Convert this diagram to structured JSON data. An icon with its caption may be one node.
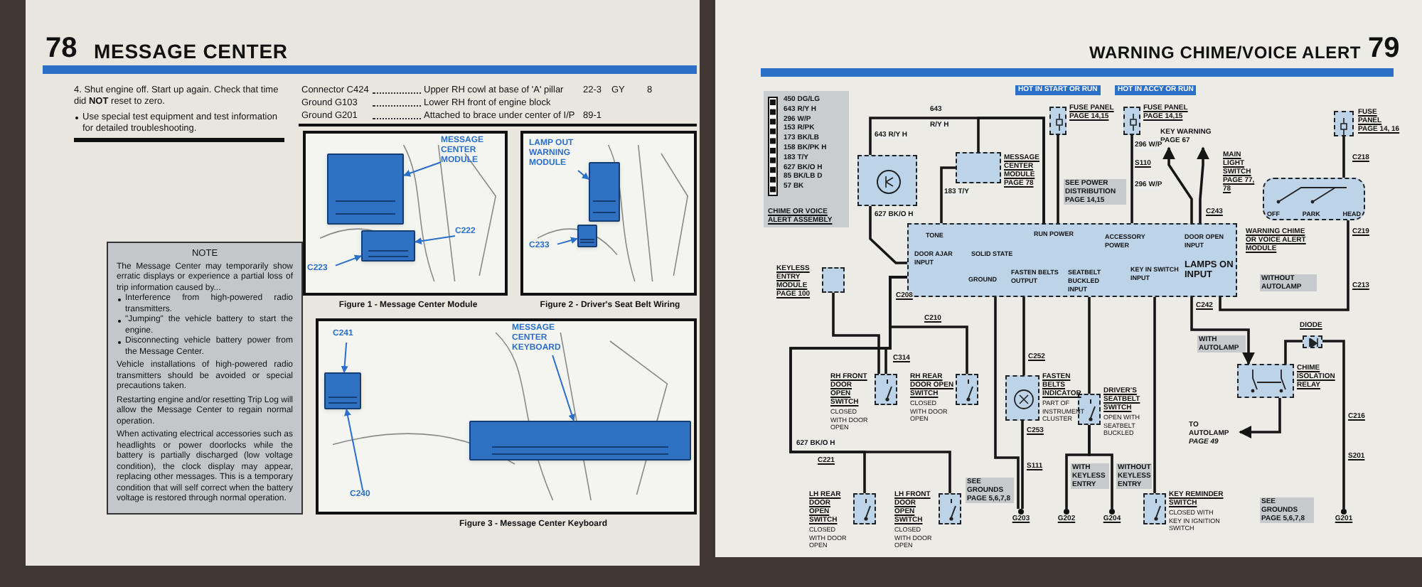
{
  "diagram": {
    "nodes": [
      {
        "text": [
          "NOTE",
          "The Message Center may temporarily show erratic displays or experience a partial loss of trip information caused by...",
          "Interference from high-powered radio transmitters.",
          "\"Jumping\" the vehicle battery to start the engine.",
          "Disconnecting vehicle battery power from the Message Center.",
          "Vehicle installations of high-powered radio transmitters should be avoided or special precautions taken.",
          "Restarting engine and/or resetting Trip Log will allow the Message Center to regain normal operation.",
          "When activating electrical accessories such as headlights or power doorlocks while the battery is partially discharged (low voltage condition), the clock display may appear, replacing other messages. This is a temporary condition that will self correct when the battery voltage is restored through normal operation."
        ]
      },
      {
        "text": [],
        "shape": "box",
        "beside": [
          "Figure 1 - Message Center Module"
        ]
      },
      {
        "text": [
          "MESSAGE CENTER MODULE"
        ],
        "in": 1
      },
      {
        "text": [
          "C222"
        ],
        "in": 1
      },
      {
        "text": [
          "C223"
        ],
        "in": 1
      },
      {
        "text": [],
        "shape": "picture",
        "in": 1
      },
      {
        "text": [],
        "shape": "picture",
        "in": 1
      },
      {
        "text": [],
        "shape": "box",
        "beside": [
          "Figure 2 - Driver's Seat Belt Wiring"
        ]
      },
      {
        "text": [
          "LAMP OUT WARNING MODULE"
        ],
        "in": 7
      },
      {
        "text": [
          "C233"
        ],
        "in": 7
      },
      {
        "text": [],
        "shape": "picture",
        "in": 7
      },
      {
        "text": [],
        "shape": "picture",
        "in": 7
      },
      {
        "text": [],
        "shape": "box",
        "beside": [
          "Figure 3 - Message Center Keyboard"
        ]
      },
      {
        "text": [
          "C241"
        ],
        "in": 12
      },
      {
        "text": [
          "C240"
        ],
        "in": 12
      },
      {
        "text": [
          "MESSAGE CENTER KEYBOARD"
        ],
        "in": 12
      },
      {
        "text": [],
        "shape": "picture",
        "in": 12
      },
      {
        "text": [],
        "shape": "picture",
        "in": 12
      },
      {
        "text": [
          "450 DG/LG",
          "643 R/Y H",
          "296 W/P",
          "153 R/PK",
          "173 BK/LB",
          "158 BK/PK H",
          "183 T/Y",
          "627 BK/O H",
          "85 BK/LB D",
          "57 BK",
          "CHIME OR VOICE ALERT ASSEMBLY"
        ]
      },
      {
        "text": [],
        "shape": "box"
      },
      {
        "text": [],
        "shape": "box",
        "beside": [
          "MESSAGE CENTER MODULE PAGE 78"
        ]
      },
      {
        "text": [],
        "shape": "box",
        "beside": [
          "FUSE PANEL PAGE 14,15"
        ]
      },
      {
        "text": [],
        "shape": "box",
        "beside": [
          "FUSE PANEL PAGE 14,15"
        ]
      },
      {
        "text": [],
        "shape": "box",
        "beside": [
          "FUSE PANEL PAGE 14, 16"
        ]
      },
      {
        "text": [
          "TONE",
          "RUN POWER",
          "ACCESSORY POWER",
          "DOOR OPEN INPUT",
          "DOOR AJAR INPUT",
          "SOLID STATE",
          "GROUND",
          "FASTEN BELTS OUTPUT",
          "SEATBELT BUCKLED INPUT",
          "KEY IN SWITCH INPUT",
          "LAMPS ON INPUT"
        ],
        "beside": [
          "WARNING CHIME OR VOICE ALERT MODULE"
        ]
      },
      {
        "text": [
          "OFF",
          "PARK",
          "HEAD"
        ],
        "beside": [
          "MAIN LIGHT SWITCH PAGE 77, 78"
        ]
      },
      {
        "text": [],
        "shape": "box",
        "beside": [
          "KEYLESS ENTRY MODULE PAGE 100"
        ]
      },
      {
        "text": [],
        "shape": "box",
        "beside": [
          "RH FRONT DOOR OPEN SWITCH",
          "CLOSED WITH DOOR OPEN"
        ]
      },
      {
        "text": [],
        "shape": "box",
        "beside": [
          "RH REAR DOOR OPEN SWITCH",
          "CLOSED WITH DOOR OPEN"
        ]
      },
      {
        "text": [],
        "shape": "box",
        "beside": [
          "LH REAR DOOR OPEN SWITCH",
          "CLOSED WITH DOOR OPEN"
        ]
      },
      {
        "text": [],
        "shape": "box",
        "beside": [
          "LH FRONT DOOR OPEN SWITCH",
          "CLOSED WITH DOOR OPEN"
        ]
      },
      {
        "text": [],
        "shape": "box",
        "beside": [
          "FASTEN BELTS INDICATOR",
          "PART OF INSTRUMENT CLUSTER"
        ]
      },
      {
        "text": [],
        "shape": "box",
        "beside": [
          "DRIVER'S SEATBELT SWITCH",
          "OPEN WITH SEATBELT BUCKLED"
        ]
      },
      {
        "text": [],
        "shape": "box",
        "beside": [
          "KEY REMINDER SWITCH",
          "CLOSED WITH KEY IN IGNITION SWITCH"
        ]
      },
      {
        "text": [],
        "shape": "box",
        "beside": [
          "CHIME ISOLATION RELAY"
        ]
      },
      {
        "text": [],
        "shape": "box",
        "beside": [
          "DIODE"
        ]
      },
      {
        "text": [
          "TO AUTOLAMP",
          "PAGE 49"
        ]
      },
      {
        "text": [
          "KEY WARNING PAGE 67"
        ]
      },
      {
        "text": [
          "G203"
        ]
      },
      {
        "text": [
          "G202"
        ]
      },
      {
        "text": [
          "G204"
        ]
      },
      {
        "text": [
          "G201"
        ]
      }
    ],
    "edges": [
      {
        "from": 2,
        "to": 5,
        "arrow": "to",
        "color": "#2a6fc9"
      },
      {
        "from": 3,
        "to": 6,
        "arrow": "to",
        "color": "#2a6fc9"
      },
      {
        "from": 4,
        "to": 6,
        "arrow": "to",
        "color": "#2a6fc9"
      },
      {
        "from": 8,
        "to": 10,
        "arrow": "to",
        "color": "#2a6fc9"
      },
      {
        "from": 9,
        "to": 11,
        "arrow": "to",
        "color": "#2a6fc9"
      },
      {
        "from": 13,
        "to": 16,
        "arrow": "to",
        "color": "#2a6fc9"
      },
      {
        "from": 14,
        "to": 16,
        "arrow": "to",
        "color": "#2a6fc9"
      },
      {
        "from": 15,
        "to": 17,
        "arrow": "to",
        "color": "#2a6fc9"
      },
      {
        "from": 19,
        "to": 24,
        "arrow": "none"
      },
      {
        "from": 20,
        "to": 24,
        "arrow": "none"
      },
      {
        "from": 19,
        "to": 24,
        "arrow": "none"
      },
      {
        "from": 20,
        "to": 24,
        "arrow": "none"
      },
      {
        "from": 21,
        "to": 24,
        "arrow": "none"
      },
      {
        "from": 22,
        "to": 24,
        "arrow": "none"
      },
      {
        "from": 24,
        "to": 37,
        "arrow": "to"
      },
      {
        "from": 24,
        "to": 37,
        "arrow": "to"
      },
      {
        "from": 23,
        "to": 25,
        "arrow": "none"
      },
      {
        "from": 25,
        "to": 24,
        "arrow": "none"
      },
      {
        "from": 24,
        "to": 34,
        "arrow": "to"
      },
      {
        "from": 34,
        "to": 35,
        "arrow": "none"
      },
      {
        "from": 35,
        "to": 41,
        "arrow": "none"
      },
      {
        "from": 34,
        "to": 36,
        "arrow": "to"
      },
      {
        "from": 24,
        "to": 31,
        "arrow": "none"
      },
      {
        "from": 31,
        "to": 38,
        "arrow": "none"
      },
      {
        "from": 24,
        "to": 38,
        "arrow": "none"
      },
      {
        "from": 24,
        "to": 32,
        "arrow": "none"
      },
      {
        "from": 32,
        "to": 39,
        "arrow": "none"
      },
      {
        "from": 32,
        "to": 40,
        "arrow": "none"
      },
      {
        "from": 24,
        "to": 33,
        "arrow": "none"
      },
      {
        "from": 24,
        "to": 27,
        "arrow": "none"
      },
      {
        "from": 24,
        "to": 28,
        "arrow": "none"
      },
      {
        "from": 26,
        "to": 27,
        "arrow": "none"
      },
      {
        "from": 24,
        "to": 30,
        "arrow": "none"
      },
      {
        "from": 24,
        "to": 29,
        "arrow": "none"
      }
    ],
    "labels": [
      "78",
      "MESSAGE CENTER",
      "4. Shut engine off. Start up again. Check that time did **NOT** reset to zero.",
      "Use special test equipment and test information for detailed troubleshooting.",
      "Connector C424",
      "Upper RH cowl at base of 'A' pillar",
      "22-3",
      "GY",
      "8",
      "Ground G103",
      "Lower RH front of engine block",
      "Ground G201",
      "Attached to brace under center of I/P",
      "89-1",
      "WARNING CHIME/VOICE ALERT",
      "79",
      "HOT IN START OR RUN",
      "HOT IN ACCY OR RUN",
      "643",
      "R/Y H",
      "643 R/Y H",
      "183 T/Y",
      "627 BK/O H",
      "296 W/P",
      "S110",
      "296 W/P",
      "SEE POWER DISTRIBUTION PAGE 14,15",
      "C243",
      "C218",
      "C219",
      "C213",
      "WITHOUT AUTOLAMP",
      "C242",
      "WITH AUTOLAMP",
      "C208",
      "C210",
      "C314",
      "C252",
      "627 BK/O H",
      "C221",
      "C253",
      "S111",
      "WITH KEYLESS ENTRY",
      "WITHOUT KEYLESS ENTRY",
      "C216",
      "S201",
      "SEE GROUNDS PAGE 5,6,7,8",
      "SEE GROUNDS PAGE 5,6,7,8"
    ]
  }
}
